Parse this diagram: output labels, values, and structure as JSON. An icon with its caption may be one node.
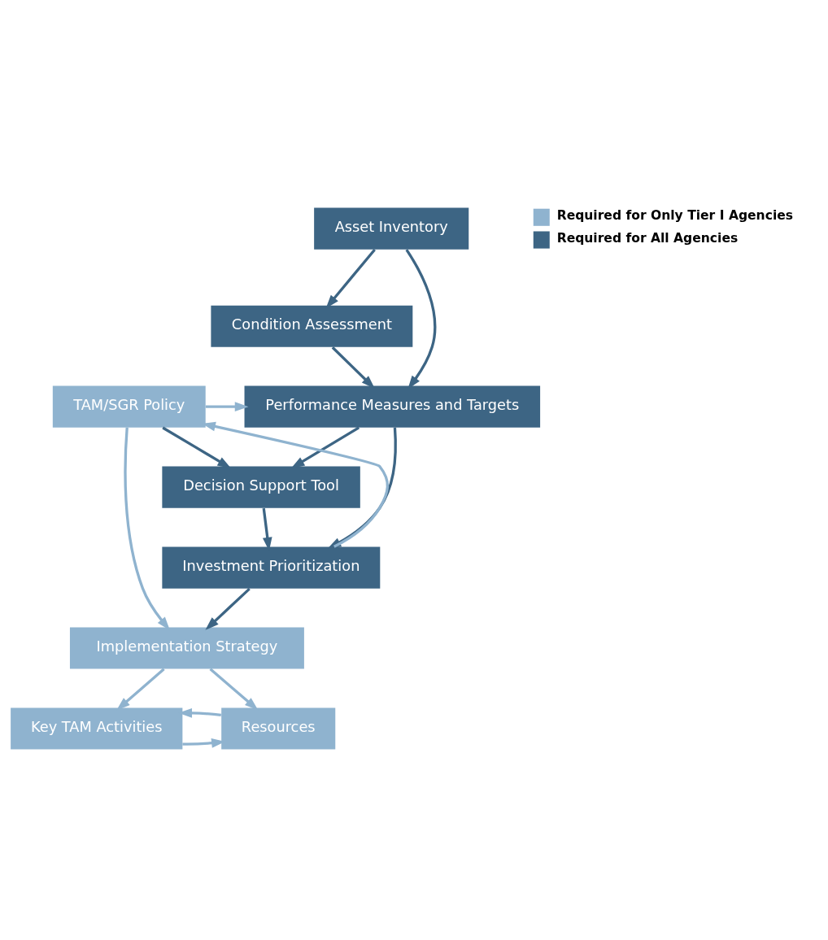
{
  "diagram": {
    "nodes": [
      {
        "text": [
          "Asset Inventory"
        ]
      },
      {
        "text": [
          "Condition Assessment"
        ]
      },
      {
        "text": [
          "TAM/SGR Policy"
        ]
      },
      {
        "text": [
          "Performance Measures and Targets"
        ]
      },
      {
        "text": [
          "Decision Support Tool"
        ]
      },
      {
        "text": [
          "Investment Prioritization"
        ]
      },
      {
        "text": [
          "Implementation Strategy"
        ]
      },
      {
        "text": [
          "Key TAM Activities"
        ]
      },
      {
        "text": [
          "Resources"
        ]
      }
    ],
    "edges": [
      {
        "from": 0,
        "to": 1,
        "arrow": "to"
      },
      {
        "from": 0,
        "to": 3,
        "arrow": "to"
      },
      {
        "from": 1,
        "to": 3,
        "arrow": "to"
      },
      {
        "from": 2,
        "to": 3,
        "arrow": "to",
        "color": "#8fb3cf"
      },
      {
        "from": 2,
        "to": 4,
        "arrow": "to"
      },
      {
        "from": 3,
        "to": 4,
        "arrow": "to"
      },
      {
        "from": 3,
        "to": 5,
        "arrow": "to"
      },
      {
        "from": 4,
        "to": 5,
        "arrow": "to"
      },
      {
        "from": 5,
        "to": 2,
        "arrow": "to",
        "color": "#8fb3cf"
      },
      {
        "from": 5,
        "to": 6,
        "arrow": "to"
      },
      {
        "from": 2,
        "to": 6,
        "arrow": "to",
        "color": "#8fb3cf"
      },
      {
        "from": 6,
        "to": 8,
        "arrow": "to",
        "color": "#8fb3cf"
      },
      {
        "from": 6,
        "to": 7,
        "arrow": "to",
        "color": "#8fb3cf"
      },
      {
        "from": 7,
        "to": 8,
        "arrow": "to",
        "color": "#8fb3cf"
      },
      {
        "from": 8,
        "to": 7,
        "arrow": "to",
        "color": "#8fb3cf"
      }
    ],
    "legend": [
      {
        "text": "Required for Only Tier I Agencies",
        "color": "#8fb3cf"
      },
      {
        "text": "Required for All Agencies",
        "color": "#3d6584"
      }
    ]
  }
}
